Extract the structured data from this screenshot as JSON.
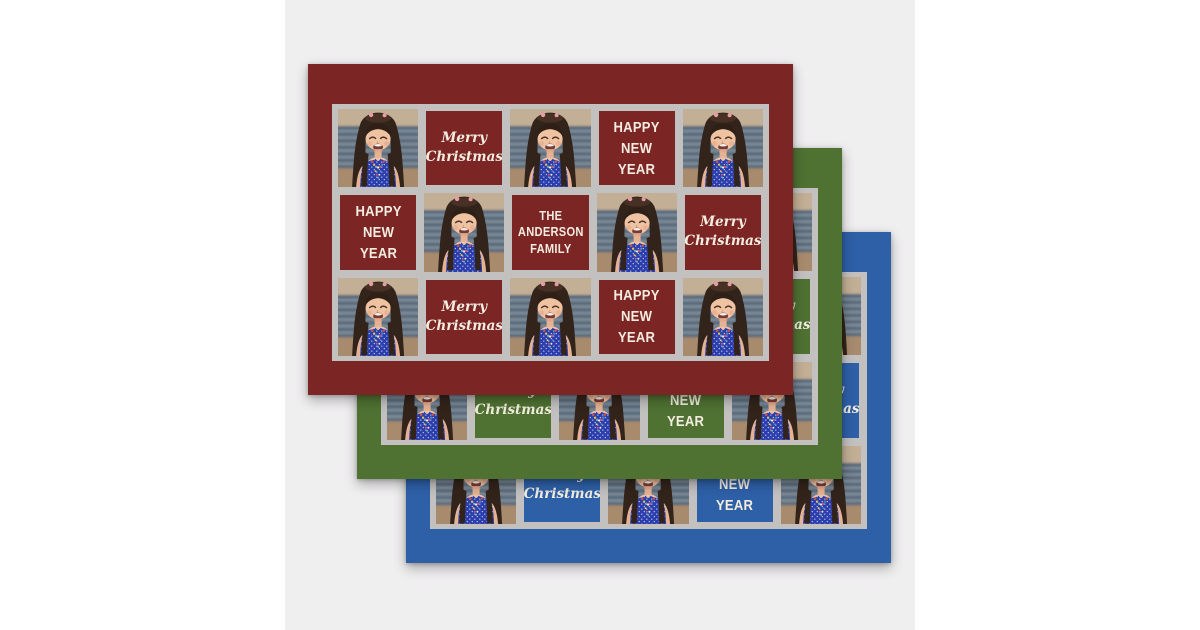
{
  "page": {
    "description": "Product preview of three overlapping photo-collage Christmas wrapping paper sheets",
    "background": "#ffffff",
    "stage_background": "#f0eff0",
    "grid_panel_color": "#c3c1c0"
  },
  "sheets": [
    {
      "id": "red",
      "name": "dark red wrapping paper sheet",
      "color": "#7b2525"
    },
    {
      "id": "green",
      "name": "forest green wrapping paper sheet",
      "color": "#4f7233"
    },
    {
      "id": "blue",
      "name": "royal blue wrapping paper sheet",
      "color": "#2e60a8"
    }
  ],
  "grid_pattern": [
    [
      "photo",
      "merry_christmas",
      "photo",
      "happy_new_year",
      "photo"
    ],
    [
      "happy_new_year",
      "photo",
      "family_name",
      "photo",
      "merry_christmas"
    ],
    [
      "photo",
      "merry_christmas",
      "photo",
      "happy_new_year",
      "photo"
    ]
  ],
  "tiles": {
    "merry_christmas": {
      "style": "script",
      "lines": [
        "Merry",
        "Christmas"
      ]
    },
    "happy_new_year": {
      "style": "caps-large",
      "lines": [
        "HAPPY",
        "NEW",
        "YEAR"
      ]
    },
    "family_name": {
      "style": "caps-small",
      "lines": [
        "THE",
        "ANDERSON",
        "FAMILY"
      ]
    }
  },
  "text_color": "#f3ecdf",
  "photo": {
    "subject": "Laughing little girl with long dark hair, bangs and pink hair clips, wearing a blue polka-dot sleeveless dress with a colorful bead necklace, in front of blurred blue-gray slats",
    "colors": {
      "bg_base": "#b5a48c",
      "bg_top": "#c2af95",
      "bg_bottom": "#a88b6d",
      "slat_dark": "#55677a",
      "slat_light": "#7d8b99",
      "hair": "#33241b",
      "hair_highlight": "#54392a",
      "bangs": "#2e2017",
      "skin": "#efc2a1",
      "skin_shade": "#e5b294",
      "clip_pink": "#e79ba5",
      "mouth": "#7c3a34",
      "teeth": "#f5f1ea",
      "dress": "#2c3eae",
      "dress_dot": "#dfe6f2",
      "beads": [
        "#d7513f",
        "#e9c64d",
        "#79b4a5",
        "#f1ece2",
        "#c75b6d",
        "#4f83bd",
        "#d7513f"
      ]
    }
  }
}
